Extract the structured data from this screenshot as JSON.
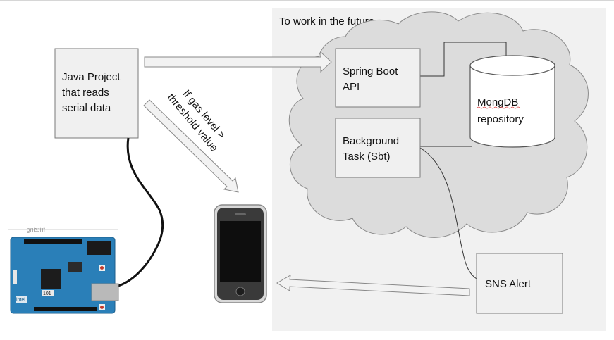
{
  "future": {
    "title": "To work in the future..."
  },
  "java_box": {
    "line1": "Java Project",
    "line2": "that reads",
    "line3": "serial data"
  },
  "condition": {
    "line1": "If gas level >",
    "line2": "threshold value"
  },
  "spring_box": {
    "line1": "Spring Boot",
    "line2": "API"
  },
  "task_box": {
    "line1": "Background",
    "line2": "Task (Sbt)"
  },
  "mongo": {
    "line1": "MongDB",
    "line2": "repository"
  },
  "sns_box": {
    "label": "SNS Alert"
  },
  "board": {
    "brand": "fritzing",
    "model": "101",
    "logo": "intel"
  },
  "colors": {
    "panel": "#f1f1f1",
    "cloud": "#dcdcdc",
    "box": "#f0f0f0",
    "arrow": "#f2f2f2",
    "board": "#2a7fb8"
  },
  "icons": [
    "cloud-shape",
    "database-cylinder-icon",
    "smartphone-icon",
    "arduino-board-icon",
    "cable-line"
  ]
}
